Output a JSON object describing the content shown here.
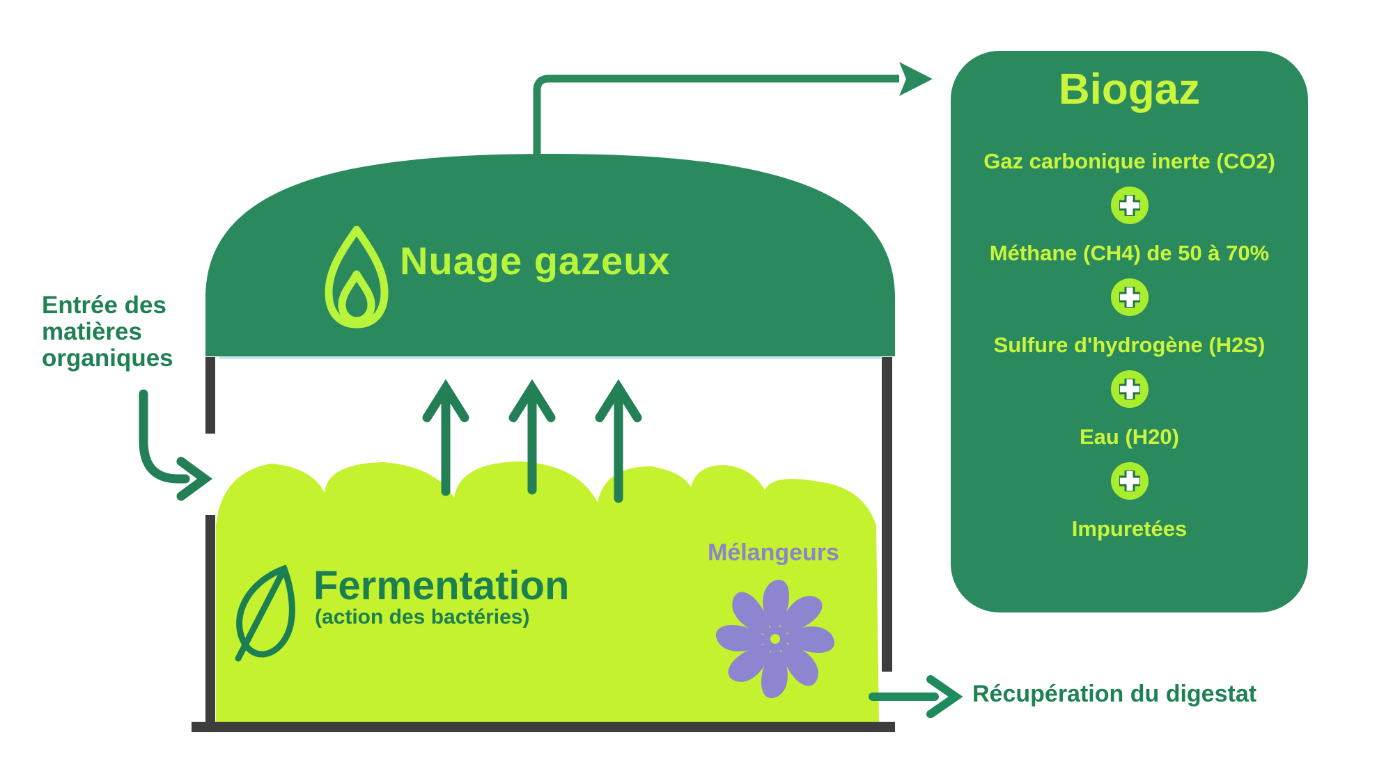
{
  "labels": {
    "entry": "Entrée des\nmatières\norganiques",
    "nuage": "Nuage gazeux",
    "fermentation_title": "Fermentation",
    "fermentation_sub": "(action des bactéries)",
    "melangeurs": "Mélangeurs",
    "digestat": "Récupération du digestat"
  },
  "biogaz": {
    "title": "Biogaz",
    "items": [
      "Gaz carbonique inerte (CO2)",
      "Méthane (CH4) de 50 à 70%",
      "Sulfure d'hydrogène (H2S)",
      "Eau (H20)",
      "Impuretées"
    ]
  },
  "colors": {
    "dark_green_shapes": "#2b8a5d",
    "dark_green_text": "#1f8153",
    "bright_green_text": "#c9f63c",
    "liquid_green": "#c5f22e",
    "flame_green": "#b9f43c",
    "plus_circle_green": "#a9ee2e",
    "wall_gray": "#3d3d3d",
    "mixer_purple": "#8d85d0",
    "melangeurs_text_purple": "#8b85c8",
    "water_line_blue": "#b9e2ee"
  }
}
